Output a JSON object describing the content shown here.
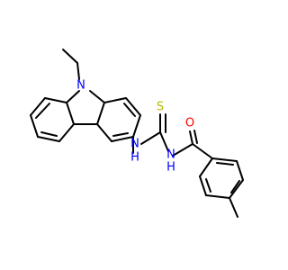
{
  "molecule": {
    "atoms": {
      "n_ring": {
        "text": "N",
        "color": "#0000FF"
      },
      "nh_left": {
        "text": "N",
        "color": "#0000FF"
      },
      "h_left": {
        "text": "H",
        "color": "#0000FF"
      },
      "nh_right": {
        "text": "N",
        "color": "#0000FF"
      },
      "h_right": {
        "text": "H",
        "color": "#0000FF"
      },
      "s": {
        "text": "S",
        "color": "#B8B800"
      },
      "o": {
        "text": "O",
        "color": "#FF0000"
      }
    }
  }
}
